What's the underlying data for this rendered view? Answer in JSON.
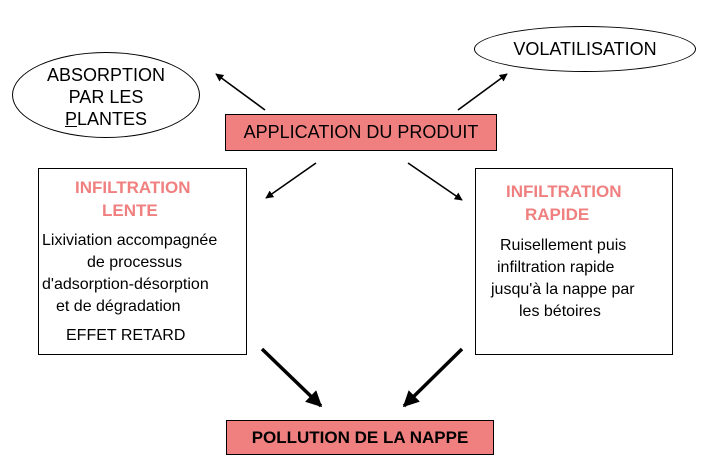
{
  "colors": {
    "box_fill": "#f08080",
    "accent_text": "#f08080",
    "stroke": "#000000"
  },
  "application": "APPLICATION DU PRODUIT",
  "absorption": {
    "line1": "ABSORPTION",
    "line2": "PAR LES",
    "line3_first_letter": "P",
    "line3_rest": "LANTES"
  },
  "volatilisation": "VOLATILISATION",
  "slow": {
    "title_line1": "INFILTRATION",
    "title_line2": "LENTE",
    "body_line1": "Lixiviation accompagnée",
    "body_line2": "de processus",
    "body_line3": "d'adsorption-désorption",
    "body_line4": "et de dégradation",
    "effect": "EFFET RETARD"
  },
  "fast": {
    "title_line1": "INFILTRATION",
    "title_line2": "RAPIDE",
    "body_line1": "Ruisellement puis",
    "body_line2": "infiltration rapide",
    "body_line3": "jusqu'à la nappe par",
    "body_line4": "les bétoires"
  },
  "pollution": "POLLUTION DE LA NAPPE"
}
